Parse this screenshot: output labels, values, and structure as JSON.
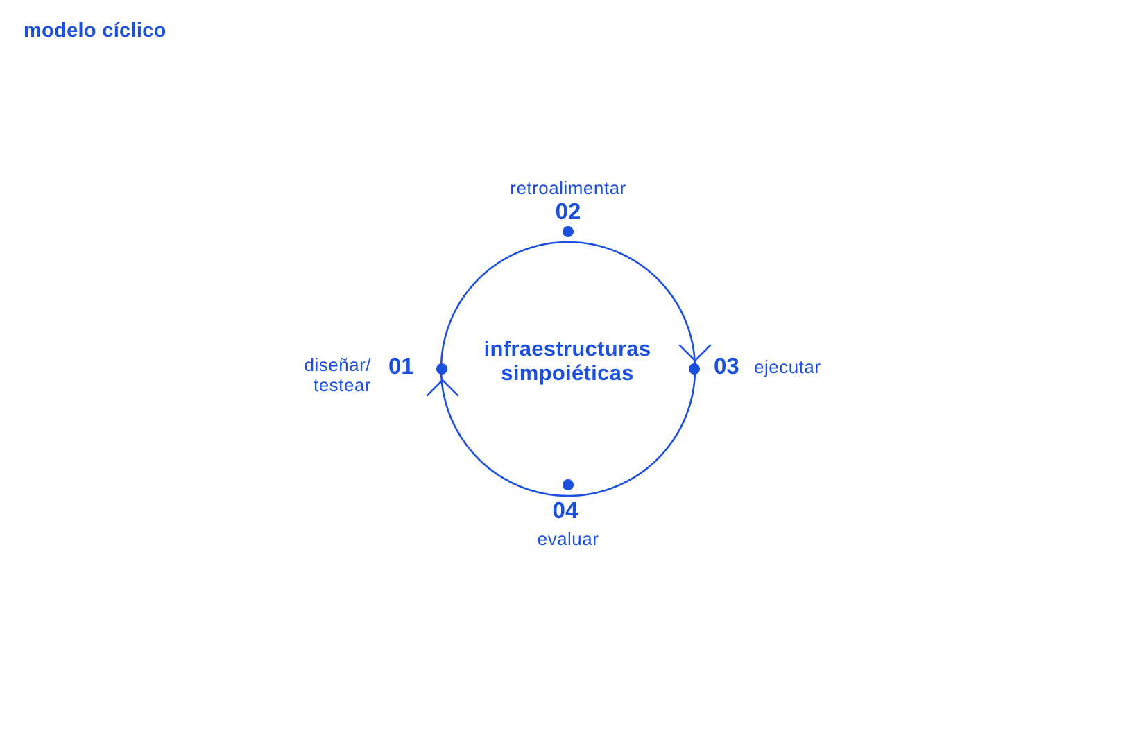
{
  "title": "modelo cíclico",
  "colors": {
    "accent": "#1a4fe0",
    "background": "#ffffff"
  },
  "diagram": {
    "center_label_line1": "infraestructuras",
    "center_label_line2": "simpoiéticas",
    "flow_direction": "clockwise",
    "steps": [
      {
        "number": "01",
        "label_line1": "diseñar/",
        "label_line2": "testear"
      },
      {
        "number": "02",
        "label": "retroalimentar"
      },
      {
        "number": "03",
        "label": "ejecutar"
      },
      {
        "number": "04",
        "label": "evaluar"
      }
    ]
  }
}
